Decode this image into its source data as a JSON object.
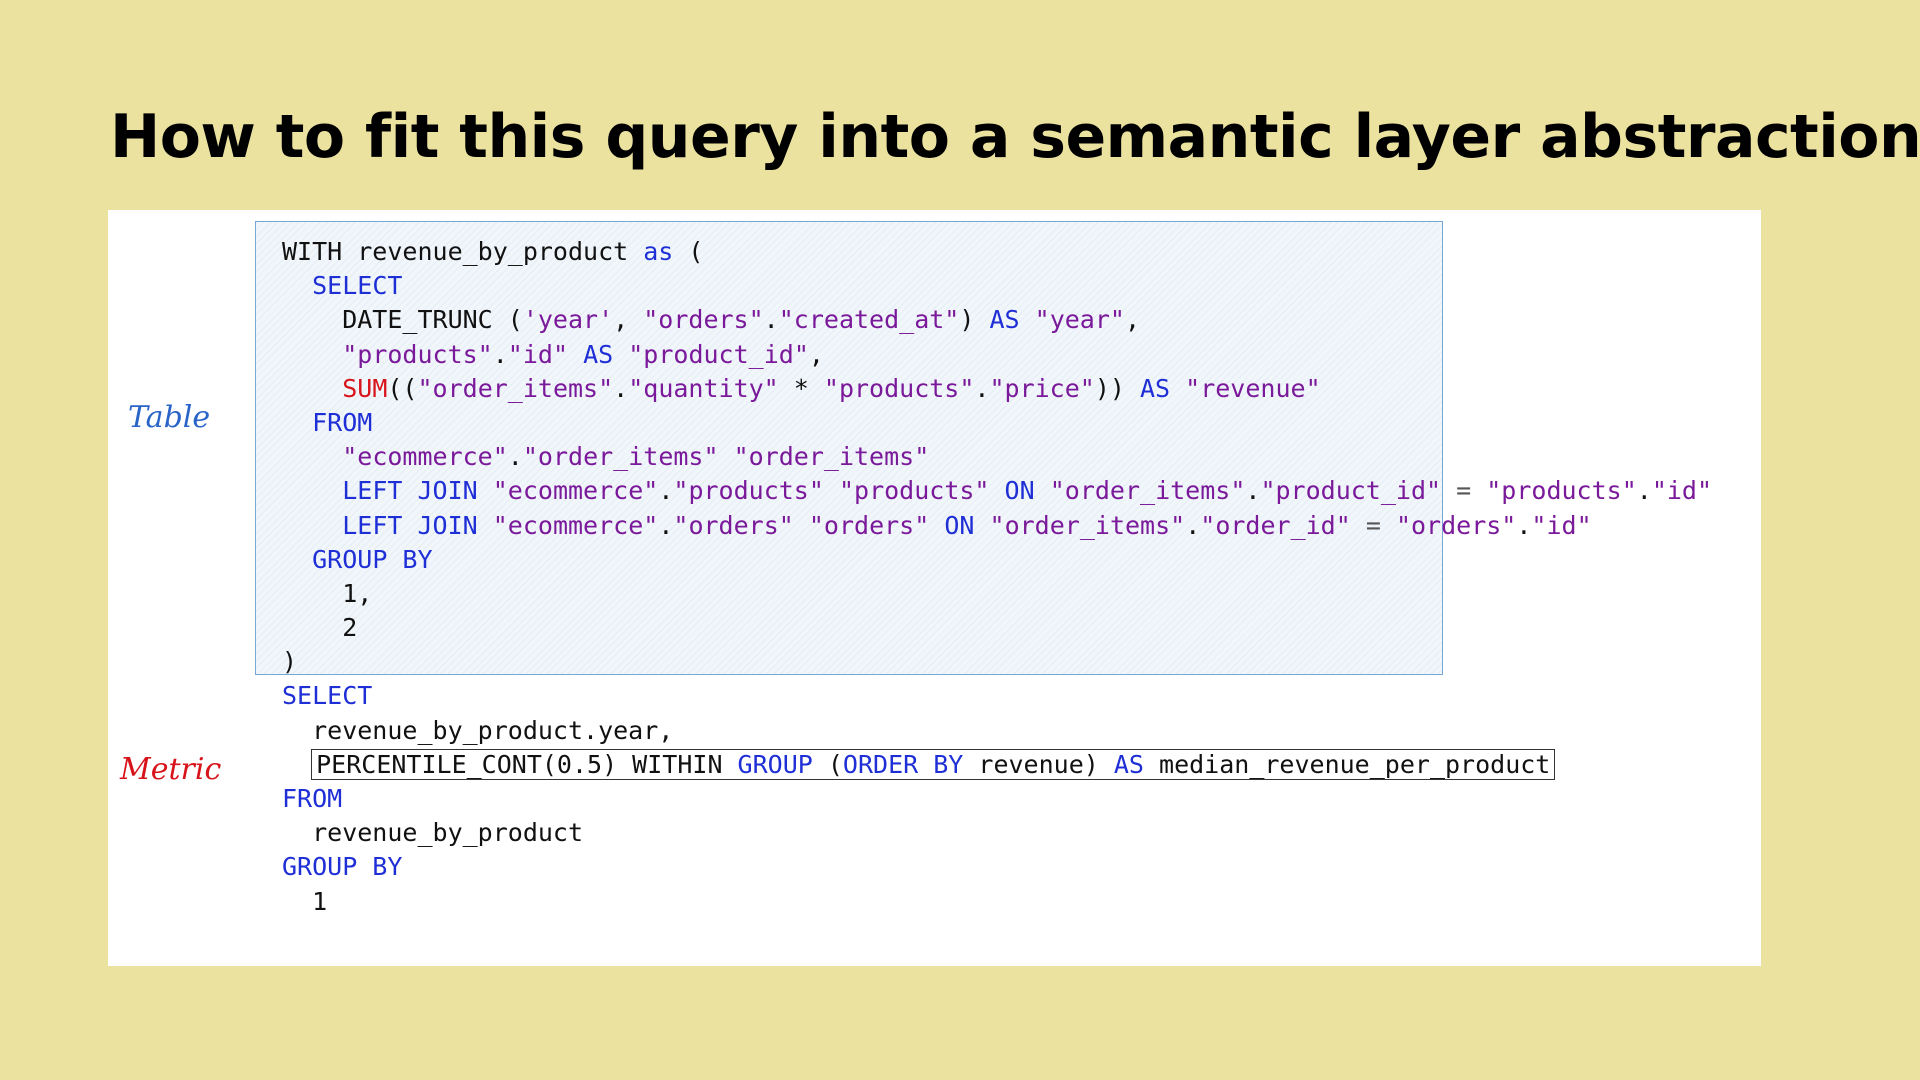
{
  "slide": {
    "title": "How to fit this query into a semantic layer abstraction?",
    "labels": {
      "table": "Table",
      "metric": "Metric"
    },
    "colors": {
      "background": "#ebe29f",
      "keyword": "#1f2fd6",
      "string": "#7a1a9a",
      "function": "#d8141b",
      "table_label": "#2a64c8",
      "metric_label": "#d8141b"
    }
  },
  "sql": {
    "lines": [
      [
        {
          "t": "WITH revenue_by_product ",
          "c": "plain"
        },
        {
          "t": "as",
          "c": "kw"
        },
        {
          "t": " (",
          "c": "plain"
        }
      ],
      [
        {
          "t": "  ",
          "c": "plain"
        },
        {
          "t": "SELECT",
          "c": "kw"
        }
      ],
      [
        {
          "t": "    DATE_TRUNC (",
          "c": "plain"
        },
        {
          "t": "'year'",
          "c": "str"
        },
        {
          "t": ", ",
          "c": "plain"
        },
        {
          "t": "\"orders\"",
          "c": "str"
        },
        {
          "t": ".",
          "c": "plain"
        },
        {
          "t": "\"created_at\"",
          "c": "str"
        },
        {
          "t": ") ",
          "c": "plain"
        },
        {
          "t": "AS",
          "c": "kw"
        },
        {
          "t": " ",
          "c": "plain"
        },
        {
          "t": "\"year\"",
          "c": "str"
        },
        {
          "t": ",",
          "c": "plain"
        }
      ],
      [
        {
          "t": "    ",
          "c": "plain"
        },
        {
          "t": "\"products\"",
          "c": "str"
        },
        {
          "t": ".",
          "c": "plain"
        },
        {
          "t": "\"id\"",
          "c": "str"
        },
        {
          "t": " ",
          "c": "plain"
        },
        {
          "t": "AS",
          "c": "kw"
        },
        {
          "t": " ",
          "c": "plain"
        },
        {
          "t": "\"product_id\"",
          "c": "str"
        },
        {
          "t": ",",
          "c": "plain"
        }
      ],
      [
        {
          "t": "    ",
          "c": "plain"
        },
        {
          "t": "SUM",
          "c": "fn"
        },
        {
          "t": "((",
          "c": "plain"
        },
        {
          "t": "\"order_items\"",
          "c": "str"
        },
        {
          "t": ".",
          "c": "plain"
        },
        {
          "t": "\"quantity\"",
          "c": "str"
        },
        {
          "t": " * ",
          "c": "plain"
        },
        {
          "t": "\"products\"",
          "c": "str"
        },
        {
          "t": ".",
          "c": "plain"
        },
        {
          "t": "\"price\"",
          "c": "str"
        },
        {
          "t": ")) ",
          "c": "plain"
        },
        {
          "t": "AS",
          "c": "kw"
        },
        {
          "t": " ",
          "c": "plain"
        },
        {
          "t": "\"revenue\"",
          "c": "str"
        }
      ],
      [
        {
          "t": "  ",
          "c": "plain"
        },
        {
          "t": "FROM",
          "c": "kw"
        }
      ],
      [
        {
          "t": "    ",
          "c": "plain"
        },
        {
          "t": "\"ecommerce\"",
          "c": "str"
        },
        {
          "t": ".",
          "c": "plain"
        },
        {
          "t": "\"order_items\"",
          "c": "str"
        },
        {
          "t": " ",
          "c": "plain"
        },
        {
          "t": "\"order_items\"",
          "c": "str"
        }
      ],
      [
        {
          "t": "    ",
          "c": "plain"
        },
        {
          "t": "LEFT JOIN",
          "c": "kw"
        },
        {
          "t": " ",
          "c": "plain"
        },
        {
          "t": "\"ecommerce\"",
          "c": "str"
        },
        {
          "t": ".",
          "c": "plain"
        },
        {
          "t": "\"products\"",
          "c": "str"
        },
        {
          "t": " ",
          "c": "plain"
        },
        {
          "t": "\"products\"",
          "c": "str"
        },
        {
          "t": " ",
          "c": "plain"
        },
        {
          "t": "ON",
          "c": "kw"
        },
        {
          "t": " ",
          "c": "plain"
        },
        {
          "t": "\"order_items\"",
          "c": "str"
        },
        {
          "t": ".",
          "c": "plain"
        },
        {
          "t": "\"product_id\"",
          "c": "str"
        },
        {
          "t": " = ",
          "c": "op"
        },
        {
          "t": "\"products\"",
          "c": "str"
        },
        {
          "t": ".",
          "c": "plain"
        },
        {
          "t": "\"id\"",
          "c": "str"
        }
      ],
      [
        {
          "t": "    ",
          "c": "plain"
        },
        {
          "t": "LEFT JOIN",
          "c": "kw"
        },
        {
          "t": " ",
          "c": "plain"
        },
        {
          "t": "\"ecommerce\"",
          "c": "str"
        },
        {
          "t": ".",
          "c": "plain"
        },
        {
          "t": "\"orders\"",
          "c": "str"
        },
        {
          "t": " ",
          "c": "plain"
        },
        {
          "t": "\"orders\"",
          "c": "str"
        },
        {
          "t": " ",
          "c": "plain"
        },
        {
          "t": "ON",
          "c": "kw"
        },
        {
          "t": " ",
          "c": "plain"
        },
        {
          "t": "\"order_items\"",
          "c": "str"
        },
        {
          "t": ".",
          "c": "plain"
        },
        {
          "t": "\"order_id\"",
          "c": "str"
        },
        {
          "t": " = ",
          "c": "op"
        },
        {
          "t": "\"orders\"",
          "c": "str"
        },
        {
          "t": ".",
          "c": "plain"
        },
        {
          "t": "\"id\"",
          "c": "str"
        }
      ],
      [
        {
          "t": "  ",
          "c": "plain"
        },
        {
          "t": "GROUP BY",
          "c": "kw"
        }
      ],
      [
        {
          "t": "    1,",
          "c": "plain"
        }
      ],
      [
        {
          "t": "    2",
          "c": "plain"
        }
      ],
      [
        {
          "t": ")",
          "c": "plain"
        }
      ],
      [
        {
          "t": "SELECT",
          "c": "kw"
        }
      ],
      [
        {
          "t": "  revenue_by_product.year,",
          "c": "plain"
        }
      ],
      [
        {
          "t": "  ",
          "c": "plain"
        },
        {
          "t": "PERCENTILE_CONT(0.5) WITHIN ",
          "c": "plain",
          "box": "start"
        },
        {
          "t": "GROUP",
          "c": "kw"
        },
        {
          "t": " (",
          "c": "plain"
        },
        {
          "t": "ORDER BY",
          "c": "kw"
        },
        {
          "t": " revenue) ",
          "c": "plain"
        },
        {
          "t": "AS",
          "c": "kw"
        },
        {
          "t": " median_revenue_per_product",
          "c": "plain",
          "box": "end"
        }
      ],
      [
        {
          "t": "FROM",
          "c": "kw"
        }
      ],
      [
        {
          "t": "  revenue_by_product",
          "c": "plain"
        }
      ],
      [
        {
          "t": "GROUP BY",
          "c": "kw"
        }
      ],
      [
        {
          "t": "  1",
          "c": "plain"
        }
      ]
    ]
  }
}
